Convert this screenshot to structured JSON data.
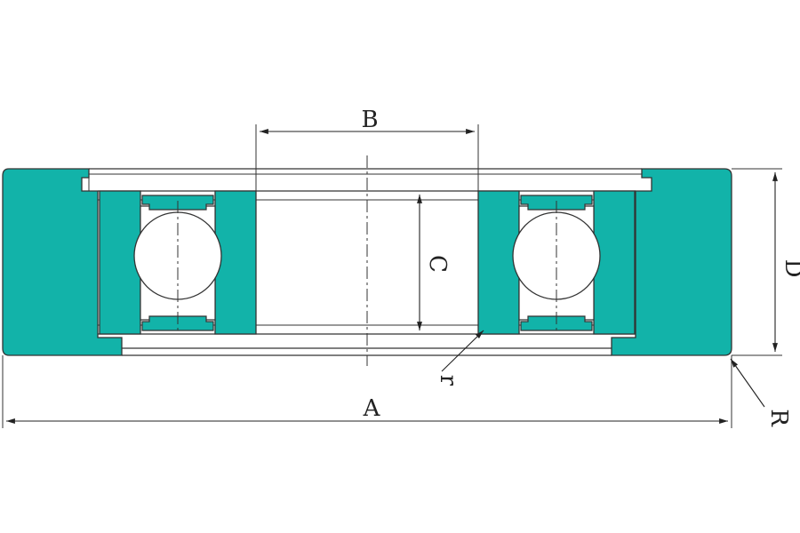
{
  "dimensions": {
    "A": "A",
    "B": "B",
    "C": "C",
    "D": "D",
    "R": "R",
    "r": "r"
  },
  "colors": {
    "steel": "#12b3a9",
    "line": "#333333",
    "background": "#ffffff"
  }
}
